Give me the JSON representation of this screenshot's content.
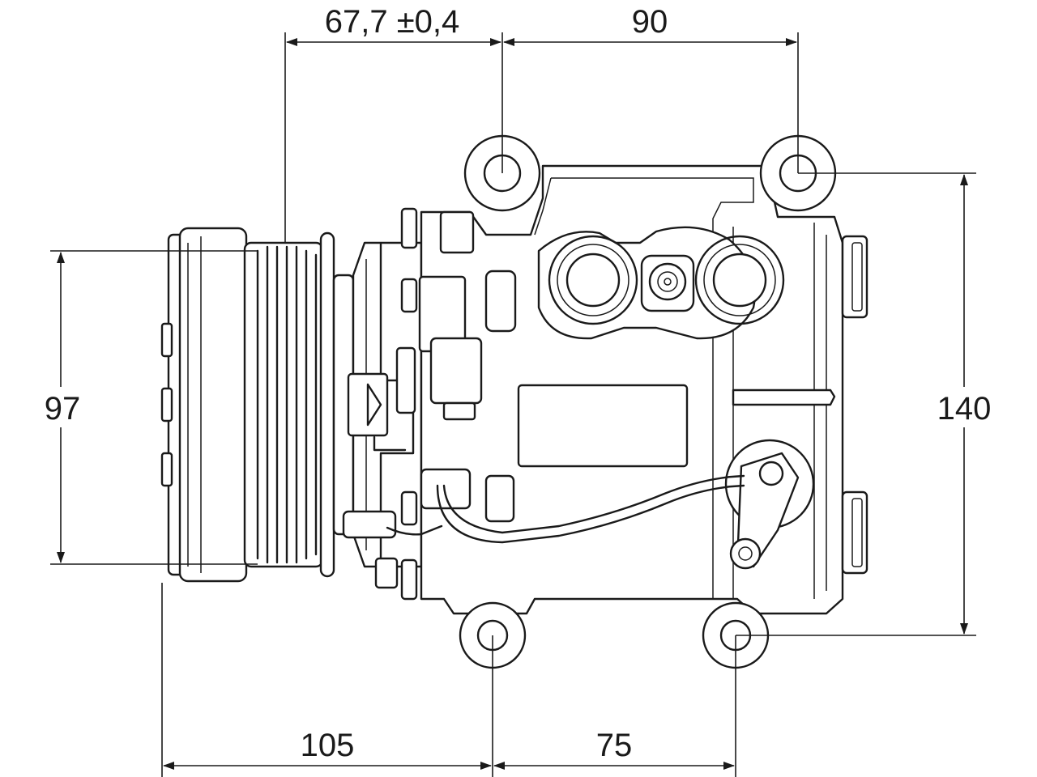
{
  "dimensions": {
    "top_left": "67,7 ±0,4",
    "top_right": "90",
    "left_height": "97",
    "right_height": "140",
    "bottom_left": "105",
    "bottom_right": "75"
  },
  "colors": {
    "line": "#1a1a1a",
    "background": "#ffffff"
  }
}
